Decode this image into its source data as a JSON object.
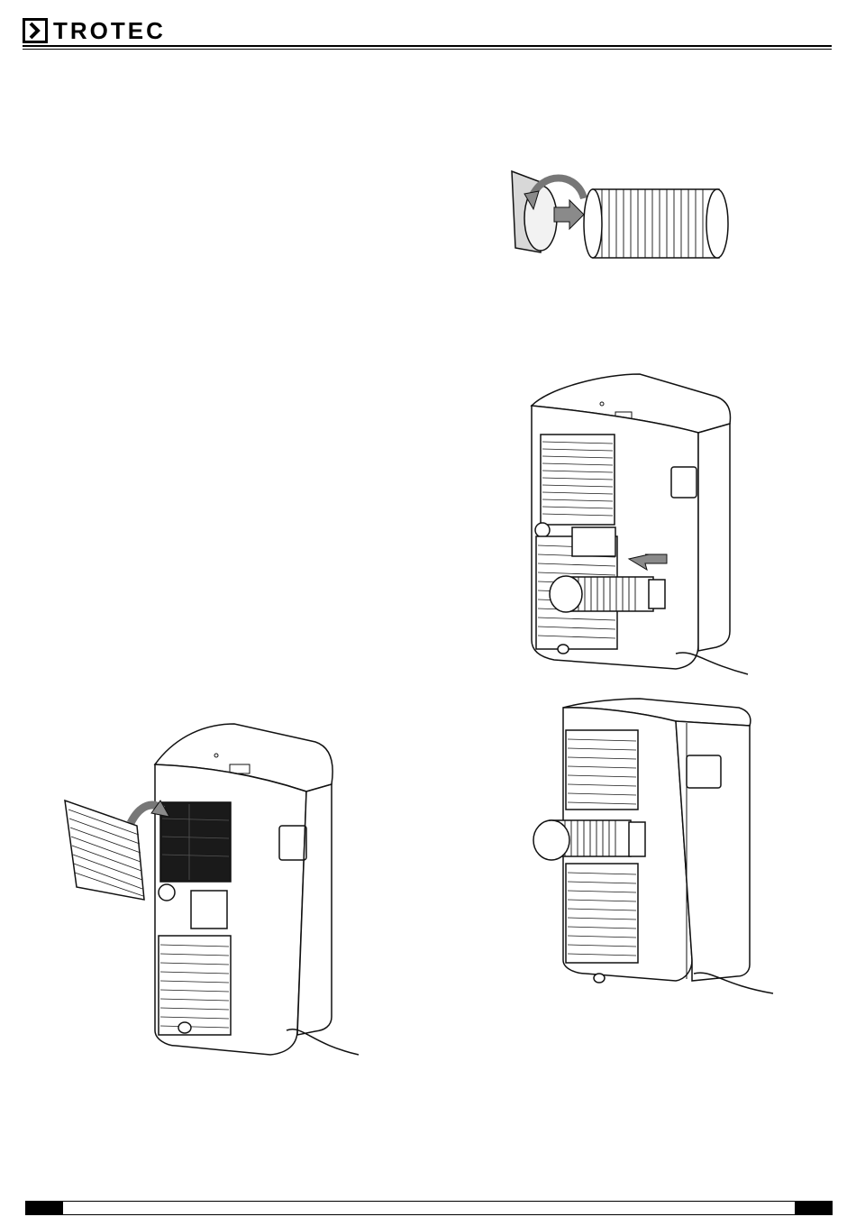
{
  "header": {
    "brand": "TROTEC"
  },
  "figures": {
    "hose_adapter": {
      "icon": "hose-adapter-illustration"
    },
    "unit_rear_hose": {
      "icon": "unit-hose-insert-illustration"
    },
    "unit_filter": {
      "icon": "unit-filter-removal-illustration"
    },
    "unit_hose_mounted": {
      "icon": "unit-hose-mounted-illustration"
    }
  },
  "colors": {
    "line": "#111111",
    "arrow": "#8a8a8a",
    "grille": "#1a1a1a"
  }
}
